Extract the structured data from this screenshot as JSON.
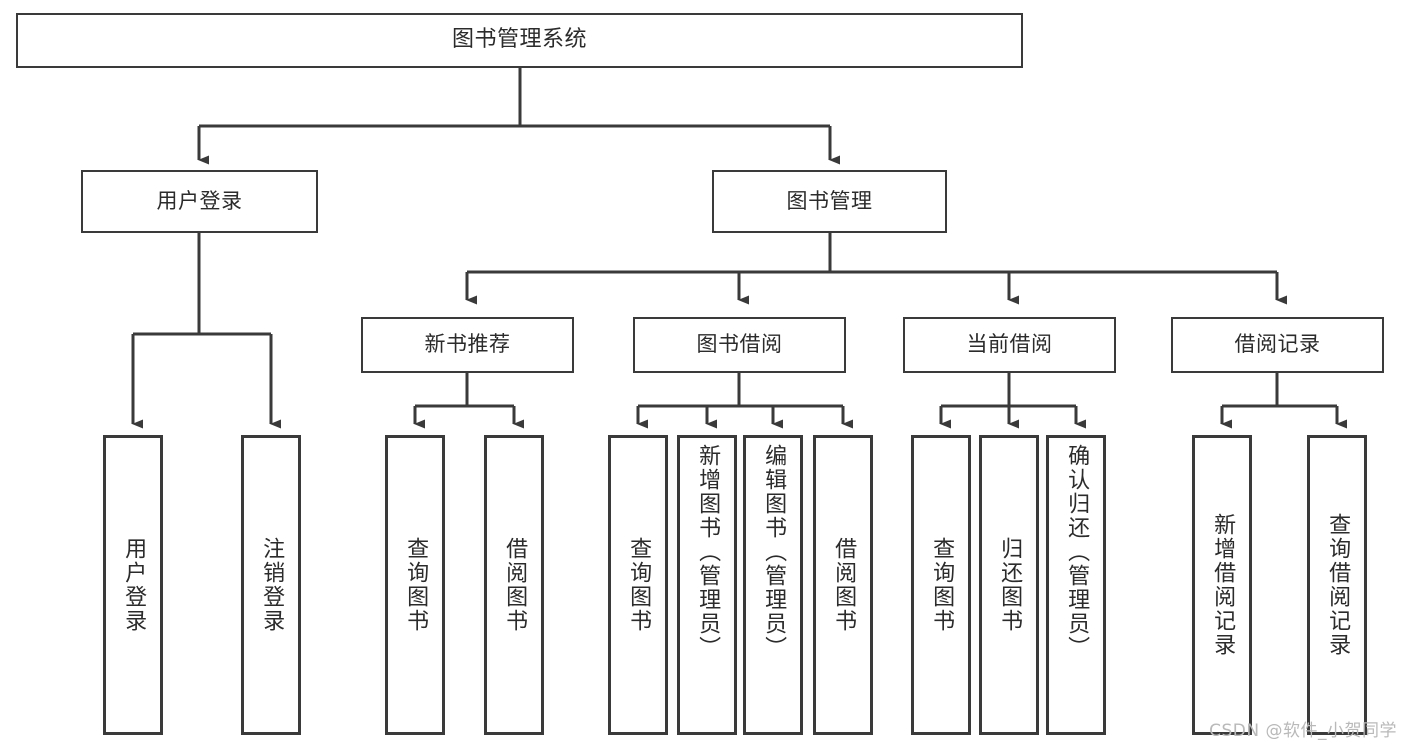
{
  "diagram": {
    "type": "tree-hierarchy",
    "title": "图书管理系统",
    "root": {
      "label": "图书管理系统"
    },
    "level1": [
      {
        "label": "用户登录"
      },
      {
        "label": "图书管理"
      }
    ],
    "level2": [
      {
        "label": "新书推荐"
      },
      {
        "label": "图书借阅"
      },
      {
        "label": "当前借阅"
      },
      {
        "label": "借阅记录"
      }
    ],
    "leaves": {
      "user_login": [
        {
          "label": "用户登录"
        },
        {
          "label": "注销登录"
        }
      ],
      "new_book_recommend": [
        {
          "label": "查询图书"
        },
        {
          "label": "借阅图书"
        }
      ],
      "book_borrow": [
        {
          "label": "查询图书"
        },
        {
          "label": "新增图书（管理员）"
        },
        {
          "label": "编辑图书（管理员）"
        },
        {
          "label": "借阅图书"
        }
      ],
      "current_borrow": [
        {
          "label": "查询图书"
        },
        {
          "label": "归还图书"
        },
        {
          "label": "确认归还（管理员）"
        }
      ],
      "borrow_record": [
        {
          "label": "新增借阅记录"
        },
        {
          "label": "查询借阅记录"
        }
      ]
    }
  },
  "watermark": {
    "text": "CSDN @软件_小贺同学"
  },
  "colors": {
    "stroke": "#3a3a3a",
    "text": "#2b2b2b",
    "background": "#ffffff",
    "watermark": "#b9b9b9"
  }
}
